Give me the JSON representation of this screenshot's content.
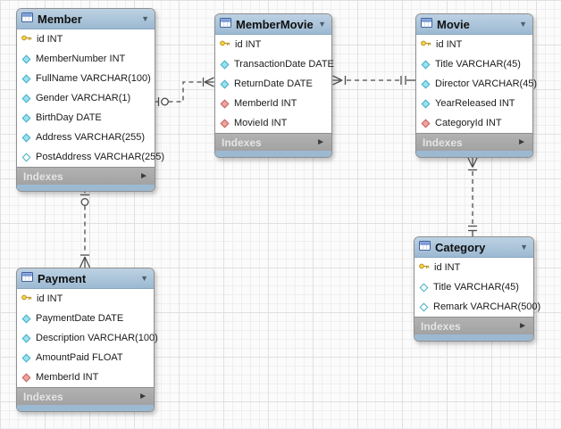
{
  "tables": [
    {
      "name": "Member",
      "title": "Member",
      "footer_label": "Indexes",
      "columns": [
        {
          "icon": "primary-key-icon",
          "text": "id INT"
        },
        {
          "icon": "column-icon",
          "text": "MemberNumber INT"
        },
        {
          "icon": "column-icon",
          "text": "FullName VARCHAR(100)"
        },
        {
          "icon": "column-icon",
          "text": "Gender VARCHAR(1)"
        },
        {
          "icon": "column-icon",
          "text": "BirthDay DATE"
        },
        {
          "icon": "column-icon",
          "text": "Address VARCHAR(255)"
        },
        {
          "icon": "column-nullable-icon",
          "text": "PostAddress VARCHAR(255)"
        }
      ]
    },
    {
      "name": "MemberMovie",
      "title": "MemberMovie",
      "footer_label": "Indexes",
      "columns": [
        {
          "icon": "primary-key-icon",
          "text": "id INT"
        },
        {
          "icon": "column-icon",
          "text": "TransactionDate DATE"
        },
        {
          "icon": "column-icon",
          "text": "ReturnDate DATE"
        },
        {
          "icon": "foreign-key-icon",
          "text": "MemberId INT"
        },
        {
          "icon": "foreign-key-icon",
          "text": "MovieId INT"
        }
      ]
    },
    {
      "name": "Movie",
      "title": "Movie",
      "footer_label": "Indexes",
      "columns": [
        {
          "icon": "primary-key-icon",
          "text": "id INT"
        },
        {
          "icon": "column-icon",
          "text": "Title VARCHAR(45)"
        },
        {
          "icon": "column-icon",
          "text": "Director VARCHAR(45)"
        },
        {
          "icon": "column-icon",
          "text": "YearReleased INT"
        },
        {
          "icon": "foreign-key-icon",
          "text": "CategoryId INT"
        }
      ]
    },
    {
      "name": "Category",
      "title": "Category",
      "footer_label": "Indexes",
      "columns": [
        {
          "icon": "primary-key-icon",
          "text": "id INT"
        },
        {
          "icon": "column-nullable-icon",
          "text": "Title VARCHAR(45)"
        },
        {
          "icon": "column-nullable-icon",
          "text": "Remark VARCHAR(500)"
        }
      ]
    },
    {
      "name": "Payment",
      "title": "Payment",
      "footer_label": "Indexes",
      "columns": [
        {
          "icon": "primary-key-icon",
          "text": "id INT"
        },
        {
          "icon": "column-icon",
          "text": "PaymentDate DATE"
        },
        {
          "icon": "column-icon",
          "text": "Description VARCHAR(100)"
        },
        {
          "icon": "column-icon",
          "text": "AmountPaid FLOAT"
        },
        {
          "icon": "foreign-key-icon",
          "text": "MemberId INT"
        }
      ]
    }
  ],
  "icons": {
    "collapse": "▼",
    "expand": "►"
  },
  "relationships": [
    {
      "from": "Member",
      "to": "MemberMovie",
      "from_end": "zero-or-one (bar + circle)",
      "to_end": "many (bar + crow's foot)",
      "line": "dashed"
    },
    {
      "from": "Movie",
      "to": "MemberMovie",
      "from_end": "one (double bar)",
      "to_end": "many (crow's foot + bar)",
      "line": "dashed"
    },
    {
      "from": "Category",
      "to": "Movie",
      "from_end": "one (double bar)",
      "to_end": "many (crow's foot + bar)",
      "line": "dashed"
    },
    {
      "from": "Member",
      "to": "Payment",
      "from_end": "zero-or-one (bar + circle)",
      "to_end": "many (bar + crow's foot)",
      "line": "dashed"
    }
  ],
  "colors": {
    "table_header_top": "#bdd2e3",
    "table_header_bottom": "#9cb9d2",
    "indexes_bar": "#a9a9a9",
    "indexes_text": "#e4e4e4",
    "primary_key_yellow": "#f5d245",
    "column_diamond_cyan": "#9ce1ef",
    "foreign_key_diamond_red": "#eda59f",
    "nullable_diamond": "#ffffff",
    "relationship_line": "#4d4d4d",
    "grid_line_minor": "#efefef",
    "grid_line_major": "#e0e0e0"
  }
}
